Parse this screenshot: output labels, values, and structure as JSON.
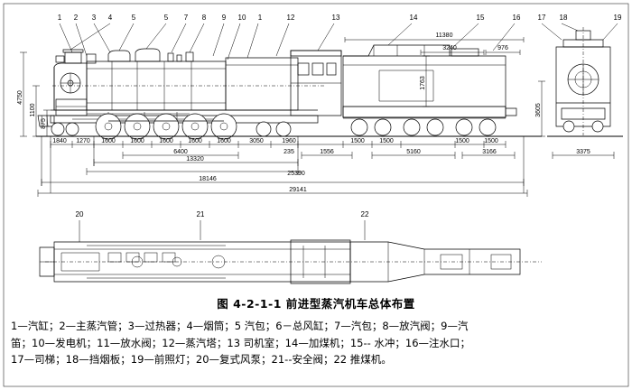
{
  "figure": {
    "title": "图 4-2-1-1    前进型蒸汽机车总体布置",
    "legend_line1": "1—汽缸；2—主蒸汽管；3—过热器；4—烟筒；5  汽包；6－总风缸；7—汽包；8—放汽阀；9—汽",
    "legend_line2": "笛；10—发电机；11—放水阀；12—蒸汽塔；13  司机室；14—加煤机；15-- 水冲；16—注水口；",
    "legend_line3": "17—司梯；18—挡烟板；19—前照灯；20—复式风泵；21--安全阀；22  推煤机。"
  },
  "callouts_top": [
    "1",
    "2",
    "3",
    "4",
    "5",
    "5",
    "7",
    "8",
    "9",
    "10",
    "1",
    "12",
    "13",
    "14",
    "15",
    "16",
    "17",
    "18",
    "19"
  ],
  "callouts_bottom": [
    "20",
    "21",
    "22"
  ],
  "dimensions": {
    "vertical_left": [
      "4750",
      "1100",
      "875"
    ],
    "vertical_right": [
      "3605"
    ],
    "vertical_boiler": [
      "1763"
    ],
    "top_right": [
      "11380",
      "3240",
      "976"
    ],
    "chain_axle": [
      "1840",
      "1270",
      "1600",
      "1600",
      "1600",
      "1600",
      "1600",
      "3050",
      "1960",
      "1500",
      "1500",
      "1500",
      "1500"
    ],
    "chain_sub": [
      "6400",
      "235",
      "1556",
      "5160",
      "3166"
    ],
    "totals": [
      "13320",
      "25390",
      "18146",
      "29141"
    ],
    "end_view_width": "3375"
  },
  "colors": {
    "line": "#000000",
    "paper": "#ffffff"
  }
}
